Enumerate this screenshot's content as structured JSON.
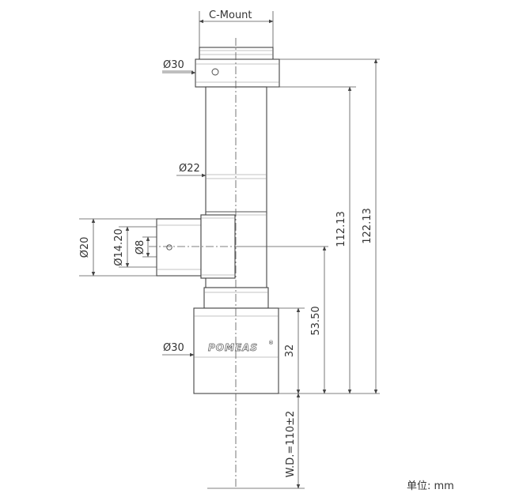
{
  "labels": {
    "mount": "C-Mount",
    "dia_top": "Ø30",
    "dia_tube": "Ø22",
    "dia_port": "Ø20",
    "dia_port_inner": "Ø14.20",
    "dia_port_small": "Ø8",
    "dia_bottom": "Ø30",
    "len_112": "112.13",
    "len_122": "122.13",
    "len_53": "53.50",
    "len_32": "32",
    "wd": "W.D.=110±2",
    "brand": "POMEAS",
    "registered": "®",
    "unit": "单位:  mm"
  },
  "colors": {
    "line": "#444444",
    "text": "#333333"
  }
}
